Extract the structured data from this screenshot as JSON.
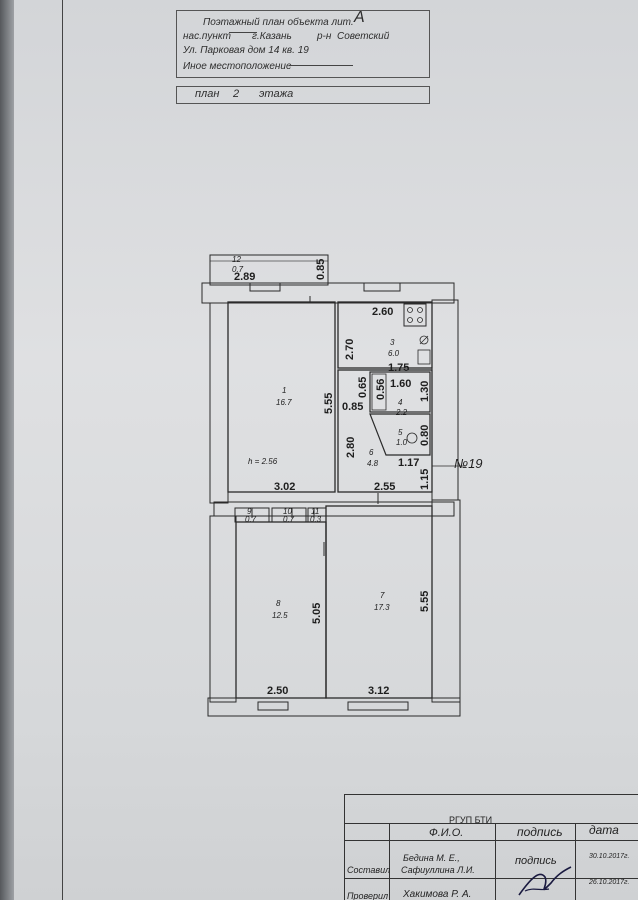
{
  "header": {
    "line1": "Поэтажный план объекта лит.",
    "letter": "А",
    "line2_prefix": "нас.пункт",
    "city": "г.Казань",
    "district_prefix": "р-н",
    "district": "Советский",
    "address": "Ул. Парковая дом 14 кв. 19",
    "other_location": "Иное местоположение"
  },
  "plan": {
    "label": "план",
    "floor_number": "2",
    "floor_word": "этажа",
    "apartment": "№19",
    "height": "h = 2.56"
  },
  "rooms": [
    {
      "num": "12",
      "area": "0.7"
    },
    {
      "num": "1",
      "area": "16.7"
    },
    {
      "num": "3",
      "area": "6.0"
    },
    {
      "num": "4",
      "area": "2.2"
    },
    {
      "num": "5",
      "area": "1.0"
    },
    {
      "num": "6",
      "area": "4.8"
    },
    {
      "num": "9",
      "area": "0.7"
    },
    {
      "num": "10",
      "area": "0.7"
    },
    {
      "num": "11",
      "area": "0.3"
    },
    {
      "num": "8",
      "area": "12.5"
    },
    {
      "num": "7",
      "area": "17.3"
    }
  ],
  "dimensions": {
    "d_289": "2.89",
    "d_085a": "0.85",
    "d_260": "2.60",
    "d_270": "2.70",
    "d_175": "1.75",
    "d_065": "0.65",
    "d_056": "0.56",
    "d_160": "1.60",
    "d_130": "1.30",
    "d_085b": "0.85",
    "d_555a": "5.55",
    "d_280": "2.80",
    "d_080": "0.80",
    "d_117": "1.17",
    "d_115": "1.15",
    "d_302": "3.02",
    "d_255": "2.55",
    "d_505": "5.05",
    "d_555b": "5.55",
    "d_250": "2.50",
    "d_312": "3.12"
  },
  "stamp": {
    "org": "РГУП БТИ",
    "col_name": "Ф.И.О.",
    "col_sign": "подпись",
    "col_date": "дата",
    "role1": "Составил",
    "person1a": "Бедина М. Е.,",
    "person1b": "Сафиуллина Л.И.",
    "sign1": "подпись",
    "date1": "30.10.2017г.",
    "date2": "26.10.2017г.",
    "role2": "Проверил",
    "person2": "Хакимова Р. А."
  }
}
